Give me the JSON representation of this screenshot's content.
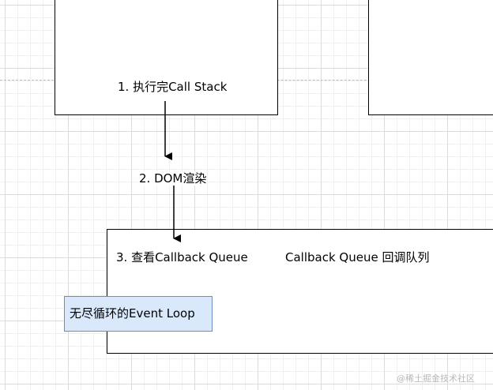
{
  "diagram": {
    "nodes": {
      "call_stack_step": "1. 执行完Call Stack",
      "dom_render_step": "2. DOM渲染",
      "check_queue_step": "3. 查看Callback Queue",
      "callback_queue_label": "Callback Queue 回调队列",
      "event_loop": "无尽循环的Event Loop"
    },
    "colors": {
      "event_loop_fill": "#dae8fc",
      "event_loop_border": "#6c8ebf",
      "grid": "#dcdcdc"
    }
  },
  "watermark": "@稀土掘金技术社区"
}
